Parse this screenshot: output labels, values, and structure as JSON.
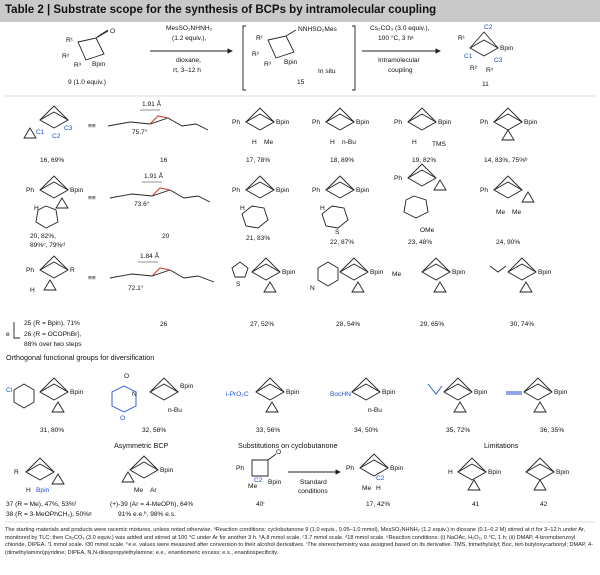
{
  "header": {
    "title": "Table 2 | Substrate scope for the synthesis of BCPs by intramolecular coupling"
  },
  "scheme": {
    "start_label": "9 (1.0 equiv.)",
    "step1": [
      "MesSO₂NHNH₂",
      "(1.2 equiv.),",
      "dioxane,",
      "rt, 3–12 h"
    ],
    "intermediate_label": "15",
    "in_situ": "In situ",
    "step2": [
      "Cs₂CO₃ (3.0 equiv.),",
      "100 °C, 3 hᵃ",
      "Intramolecular",
      "coupling"
    ],
    "product_label": "11"
  },
  "compounds": [
    {
      "id": "c16",
      "text": "16, 69%"
    },
    {
      "id": "c16x",
      "text": "16"
    },
    {
      "id": "c17",
      "text": "17, 78%"
    },
    {
      "id": "c18",
      "text": "18, 89%"
    },
    {
      "id": "c19",
      "text": "19, 82%"
    },
    {
      "id": "c14",
      "text": "14, 83%, 75%ᵇ"
    },
    {
      "id": "c20",
      "text": "20, 82%,"
    },
    {
      "id": "c20b",
      "text": "89%ᶜ, 79%ᵈ"
    },
    {
      "id": "c20x",
      "text": "20"
    },
    {
      "id": "c21",
      "text": "21, 83%"
    },
    {
      "id": "c22",
      "text": "22, 87%"
    },
    {
      "id": "c23",
      "text": "23, 48%"
    },
    {
      "id": "c24",
      "text": "24, 90%"
    },
    {
      "id": "c25",
      "text": "25 (R = Bpin), 71%"
    },
    {
      "id": "c26a",
      "text": "26 (R = OCOPhBr),"
    },
    {
      "id": "c26b",
      "text": "88% over two steps"
    },
    {
      "id": "c26x",
      "text": "26"
    },
    {
      "id": "c27",
      "text": "27, 52%"
    },
    {
      "id": "c28",
      "text": "28, 54%"
    },
    {
      "id": "c29",
      "text": "29, 65%"
    },
    {
      "id": "c30",
      "text": "30, 74%"
    },
    {
      "id": "c31",
      "text": "31, 80%"
    },
    {
      "id": "c32",
      "text": "32, 58%"
    },
    {
      "id": "c33",
      "text": "33, 56%"
    },
    {
      "id": "c34",
      "text": "34, 50%"
    },
    {
      "id": "c35",
      "text": "35, 72%"
    },
    {
      "id": "c36",
      "text": "36, 35%"
    },
    {
      "id": "c37",
      "text": "37 (R = Me), 47%, 53%ᶠ"
    },
    {
      "id": "c38",
      "text": "38 (R = 3-MeOPhCH₂), 50%ᵍ"
    },
    {
      "id": "c39a",
      "text": "(+)-39 (Ar = 4-MeOPh), 64%"
    },
    {
      "id": "c39b",
      "text": "91% e.e.ʰ, 98% e.s."
    },
    {
      "id": "c40",
      "text": "40ⁱ"
    },
    {
      "id": "c17b",
      "text": "17, 42%"
    },
    {
      "id": "c41",
      "text": "41"
    },
    {
      "id": "c42",
      "text": "42"
    }
  ],
  "sections": {
    "orthogonal": "Orthogonal functional groups for diversification",
    "asymmetric": "Asymmetric BCP",
    "substitutions": "Substitutions on cyclobutanone",
    "limitations": "Limitations",
    "standard": [
      "Standard",
      "conditions"
    ]
  },
  "measurements": {
    "d16": "1.91 Å",
    "a16": "75.7°",
    "d20": "1.91 Å",
    "a20": "73.6°",
    "d26": "1.84 Å",
    "a26": "72.1°"
  },
  "labels": {
    "bpin": "Bpin",
    "ph": "Ph",
    "me": "Me",
    "nbu": "n-Bu",
    "tms": "TMS",
    "ome": "OMe",
    "h": "H",
    "r": "R",
    "cl": "Cl",
    "s": "S",
    "n": "N",
    "o": "O",
    "iproc": "i-PrO₂C",
    "bochn": "BocHN",
    "ar": "Ar",
    "c1": "C1",
    "c2": "C2",
    "c3": "C3",
    "e": "e"
  },
  "footnote": "The starting materials and products were racemic mixtures, unless noted otherwise. ᵃReaction conditions: cyclobutanone 9 (1.0 equiv., 0.05–1.0 mmol), MesSO₂NHNH₂ (1.2 equiv.) in dioxane (0.1–0.2 M) stirred at rt for 3–12 h under Ar, monitored by TLC; then Cs₂CO₃ (3.0 equiv.) was added and stirred at 100 °C under Ar for another 3 h. ᵇA.8 mmol scale. ᶜ3.7 mmol scale. ᵈ18 mmol scale. ᵉReaction conditions: (i) NaOAc, H₂O₂, 0 °C, 1 h; (ii) DMAP, 4-bromobenzoyl chloride, DIPEA. ᶠ1 mmol scale. ᵍ30 mmol scale. ʰe.e. values were measured after conversion to their alcohol derivatives. ⁱThe stereochemistry was assigned based on its derivative. TMS, trimethylsilyl; Boc, tert-butyloxycarbonyl; DMAP, 4-(dimethylamino)pyridine; DIPEA, N,N-diisopropylethylamine; e.e., enantiomeric excess; e.s., enantiospecificity."
}
